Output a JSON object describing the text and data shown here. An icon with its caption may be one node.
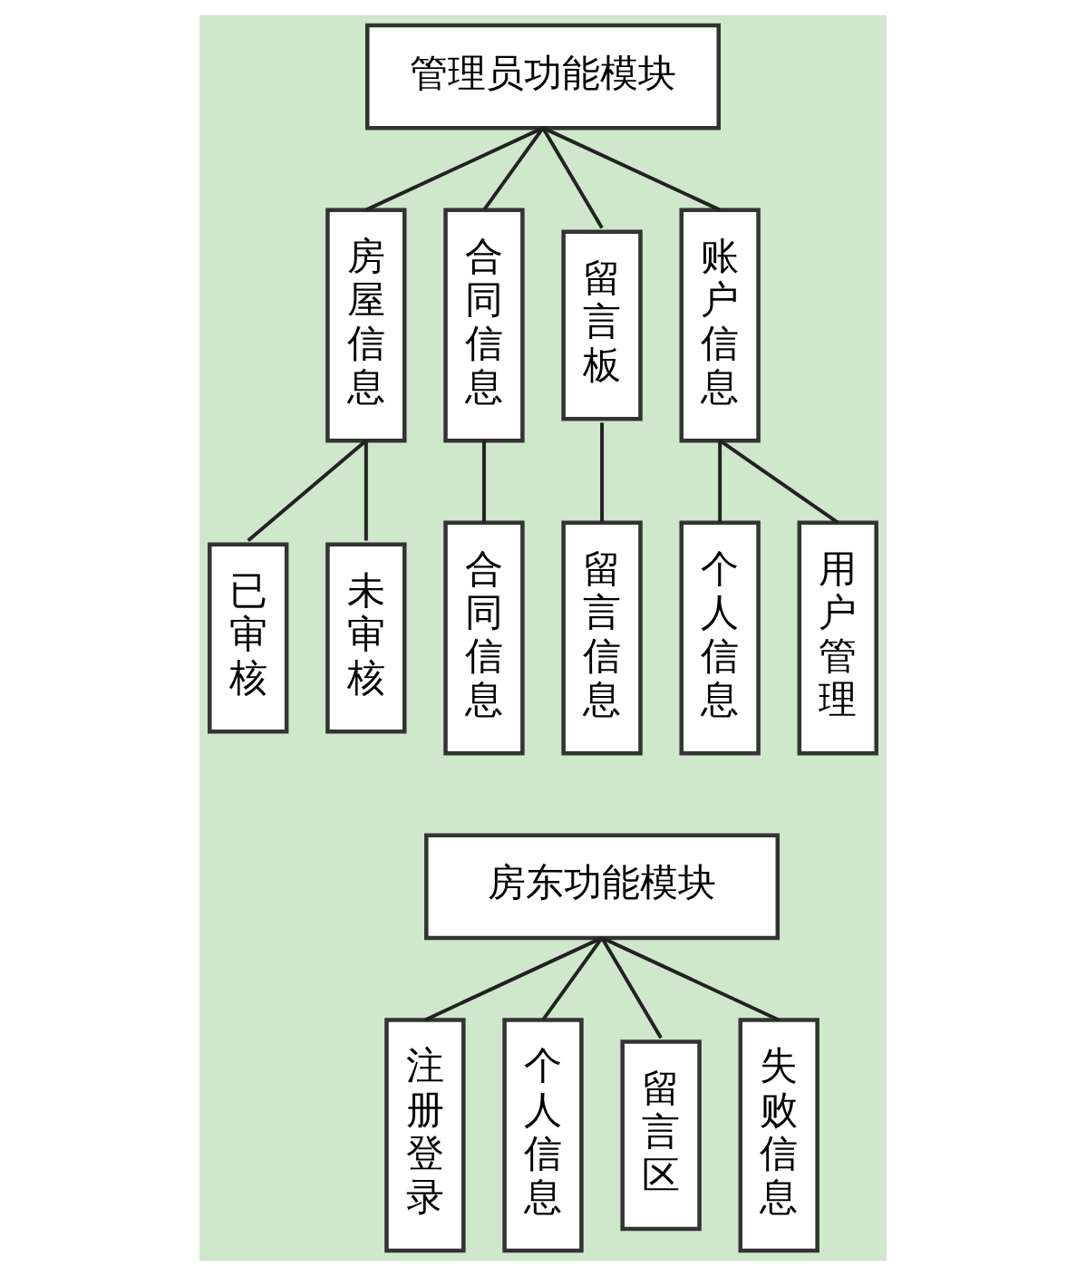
{
  "diagram": {
    "nodes": [
      {
        "text": [
          "管理员功能模块"
        ]
      },
      {
        "text": [
          "房屋信息"
        ]
      },
      {
        "text": [
          "合同信息"
        ]
      },
      {
        "text": [
          "留言板"
        ]
      },
      {
        "text": [
          "账户信息"
        ]
      },
      {
        "text": [
          "已审核"
        ]
      },
      {
        "text": [
          "未审核"
        ]
      },
      {
        "text": [
          "合同信息"
        ]
      },
      {
        "text": [
          "留言信息"
        ]
      },
      {
        "text": [
          "个人信息"
        ]
      },
      {
        "text": [
          "用户管理"
        ]
      },
      {
        "text": [
          "房东功能模块"
        ]
      },
      {
        "text": [
          "注册登录"
        ]
      },
      {
        "text": [
          "个人信息"
        ]
      },
      {
        "text": [
          "留言区"
        ]
      },
      {
        "text": [
          "失败信息"
        ]
      }
    ],
    "edges": [
      {
        "from": 0,
        "to": 1,
        "arrow": "none"
      },
      {
        "from": 0,
        "to": 2,
        "arrow": "none"
      },
      {
        "from": 0,
        "to": 3,
        "arrow": "none"
      },
      {
        "from": 0,
        "to": 4,
        "arrow": "none"
      },
      {
        "from": 1,
        "to": 5,
        "arrow": "none"
      },
      {
        "from": 1,
        "to": 6,
        "arrow": "none"
      },
      {
        "from": 2,
        "to": 7,
        "arrow": "none"
      },
      {
        "from": 3,
        "to": 8,
        "arrow": "none"
      },
      {
        "from": 4,
        "to": 9,
        "arrow": "none"
      },
      {
        "from": 4,
        "to": 10,
        "arrow": "none"
      },
      {
        "from": 11,
        "to": 12,
        "arrow": "none"
      },
      {
        "from": 11,
        "to": 13,
        "arrow": "none"
      },
      {
        "from": 11,
        "to": 14,
        "arrow": "none"
      },
      {
        "from": 11,
        "to": 15,
        "arrow": "none"
      }
    ]
  }
}
